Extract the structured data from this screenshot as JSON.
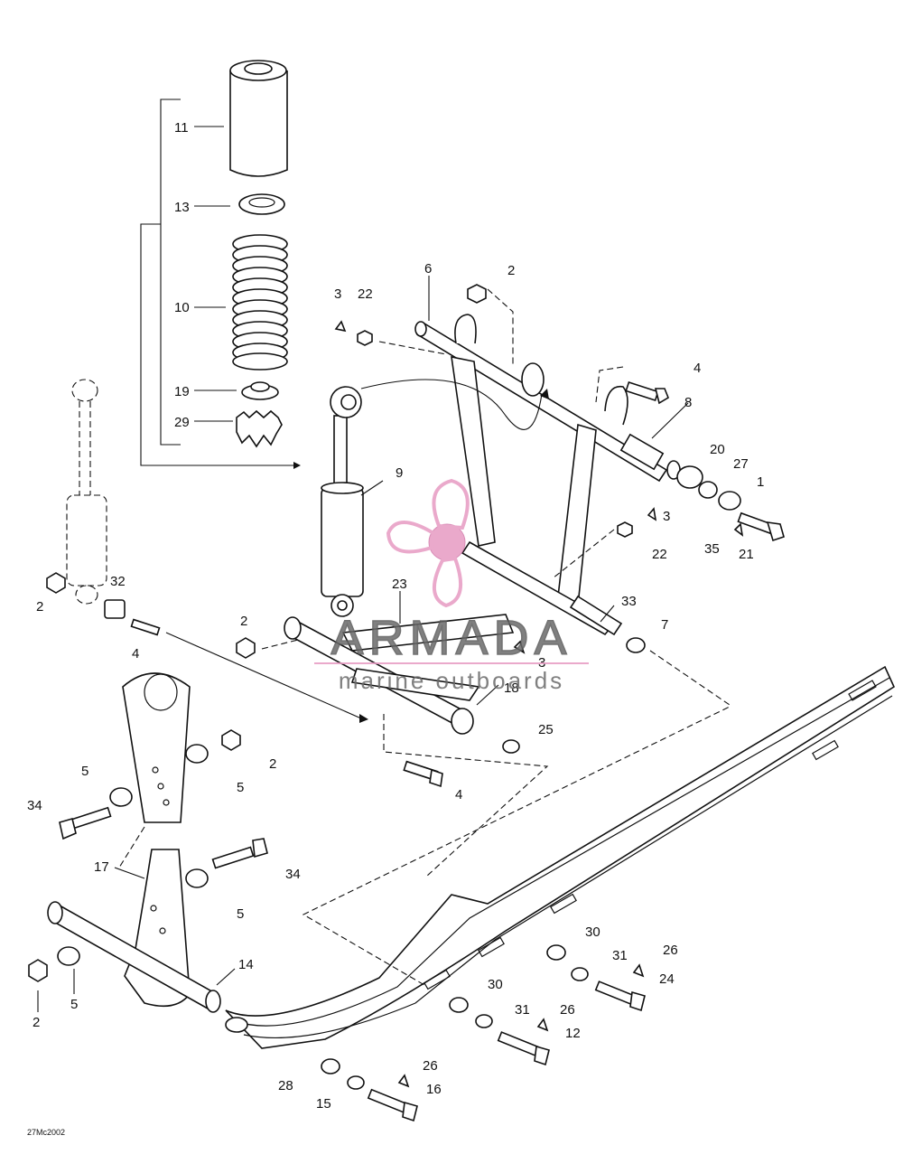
{
  "callouts": {
    "c11": "11",
    "c13": "13",
    "c10": "10",
    "c19": "19",
    "c29": "29",
    "c6": "6",
    "c2a": "2",
    "c3a": "3",
    "c22a": "22",
    "c4a": "4",
    "c8": "8",
    "c20": "20",
    "c27": "27",
    "c1": "1",
    "c3b": "3",
    "c22b": "22",
    "c35": "35",
    "c21": "21",
    "c9": "9",
    "c23": "23",
    "c33": "33",
    "c7": "7",
    "c2b": "2",
    "c32": "32",
    "c4b": "4",
    "c2c": "2",
    "c3c": "3",
    "c18": "18",
    "c25": "25",
    "c4c": "4",
    "c2d": "2",
    "c5a": "5",
    "c5b": "5",
    "c34a": "34",
    "c17": "17",
    "c34b": "34",
    "c5c": "5",
    "c14": "14",
    "c2e": "2",
    "c5d": "5",
    "c30a": "30",
    "c31a": "31",
    "c26a": "26",
    "c24": "24",
    "c30b": "30",
    "c31b": "31",
    "c26b": "26",
    "c12": "12",
    "c28": "28",
    "c26c": "26",
    "c16": "16",
    "c15": "15"
  },
  "reference_code": "27Mc2002",
  "watermark": {
    "brand": "ARMADA",
    "tagline": "marine outboards",
    "color": "#e79bc3"
  }
}
